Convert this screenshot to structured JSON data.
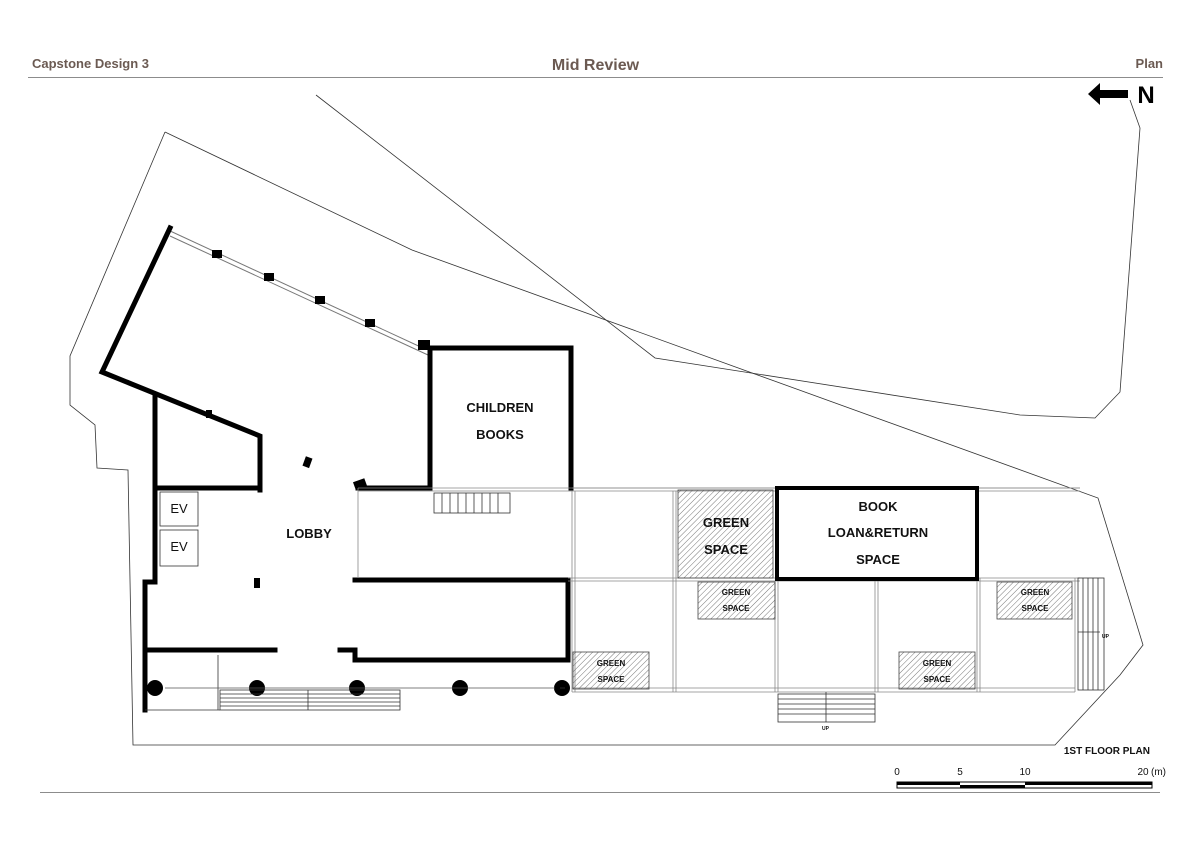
{
  "header": {
    "course": "Capstone Design 3",
    "review": "Mid Review",
    "sheet": "Plan"
  },
  "north": {
    "label": "N",
    "icon": "north-arrow-icon"
  },
  "rooms": {
    "children_line1": "CHILDREN",
    "children_line2": "BOOKS",
    "lobby": "LOBBY",
    "ev1": "EV",
    "ev2": "EV",
    "green_large_line1": "GREEN",
    "green_large_line2": "SPACE",
    "loan_line1": "BOOK",
    "loan_line2": "LOAN&RETURN",
    "loan_line3": "SPACE",
    "green_small_line1": "GREEN",
    "green_small_line2": "SPACE"
  },
  "stairs": {
    "up": "UP"
  },
  "drawing_title": "1ST FLOOR PLAN",
  "scale_bar": {
    "ticks": [
      "0",
      "5",
      "10",
      "20"
    ],
    "unit": "(m)"
  }
}
